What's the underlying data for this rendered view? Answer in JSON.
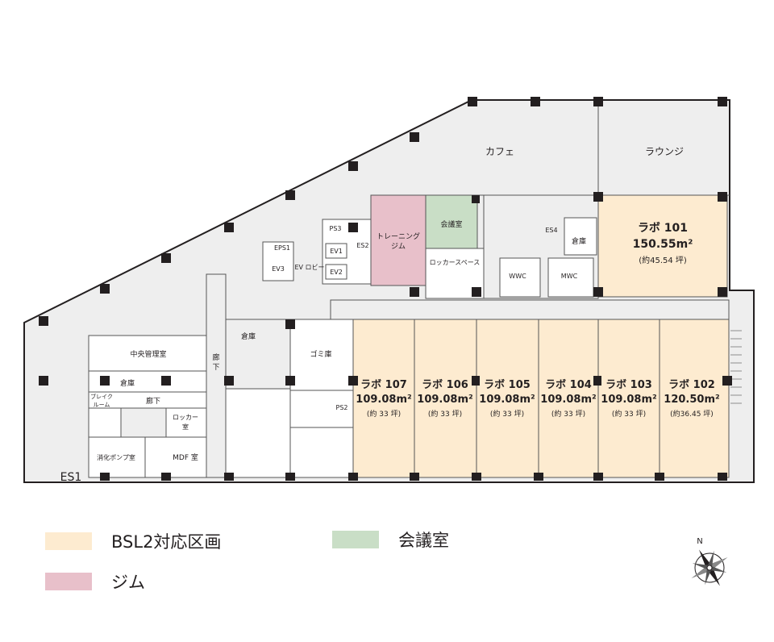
{
  "colors": {
    "bsl2": "#fdebd0",
    "gym": "#e8c0ca",
    "meeting": "#c9dec6",
    "corridor": "#eeeeee",
    "wall": "#231f20",
    "line": "#555555"
  },
  "rooms": {
    "cafe": "カフェ",
    "lounge": "ラウンジ",
    "lab101_name": "ラボ 101",
    "lab101_area": "150.55m²",
    "lab101_tsubo": "(約45.54 坪)",
    "training_gym": "トレーニング\nジム",
    "meeting_room": "会議室",
    "locker_space": "ロッカースペース",
    "storage_top": "倉庫",
    "wwc1": "WWC",
    "wwc2": "MWC",
    "es4": "ES4",
    "ps3": "PS3",
    "es2": "ES2",
    "eps1": "EPS1",
    "ev1": "EV1",
    "ev2": "EV2",
    "ev3": "EV3",
    "ev_lobby": "EV ロビー",
    "central_control": "中央管理室",
    "storage_left": "倉庫",
    "storage_mid": "倉庫",
    "break_room": "ブレイク\nルーム",
    "corridor_left": "廊下",
    "corridor_vert": "廊\n下",
    "locker_room": "ロッカー\n室",
    "fire_pump": "消化ポンプ室",
    "mdf": "MDF 室",
    "garbage": "ゴミ庫",
    "ps2": "PS2",
    "es1": "ES1"
  },
  "labs": [
    {
      "name": "ラボ 107",
      "area": "109.08m²",
      "tsubo": "(約 33 坪)"
    },
    {
      "name": "ラボ 106",
      "area": "109.08m²",
      "tsubo": "(約 33 坪)"
    },
    {
      "name": "ラボ 105",
      "area": "109.08m²",
      "tsubo": "(約 33 坪)"
    },
    {
      "name": "ラボ 104",
      "area": "109.08m²",
      "tsubo": "(約 33 坪)"
    },
    {
      "name": "ラボ 103",
      "area": "109.08m²",
      "tsubo": "(約 33 坪)"
    },
    {
      "name": "ラボ 102",
      "area": "120.50m²",
      "tsubo": "(約36.45 坪)"
    }
  ],
  "legend": {
    "bsl2": "BSL2対応区画",
    "gym": "ジム",
    "meeting": "会議室"
  },
  "compass": {
    "north": "N"
  }
}
